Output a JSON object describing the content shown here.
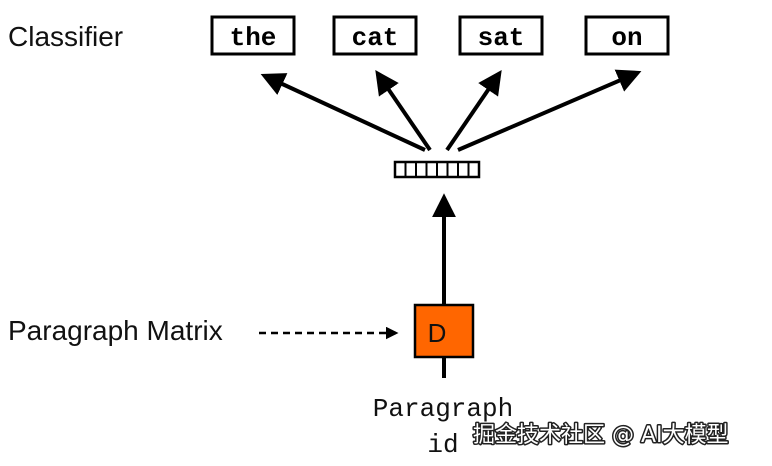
{
  "labels": {
    "classifier": "Classifier",
    "paragraph_matrix": "Paragraph Matrix",
    "paragraph_id_line1": "Paragraph",
    "paragraph_id_line2": "id"
  },
  "words": [
    {
      "text": "the"
    },
    {
      "text": "cat"
    },
    {
      "text": "sat"
    },
    {
      "text": "on"
    }
  ],
  "paragraph_node": {
    "label": "D",
    "color": "#FF6600"
  },
  "vector": {
    "cells": 8
  },
  "watermark": "掘金技术社区 @ AI大模型"
}
